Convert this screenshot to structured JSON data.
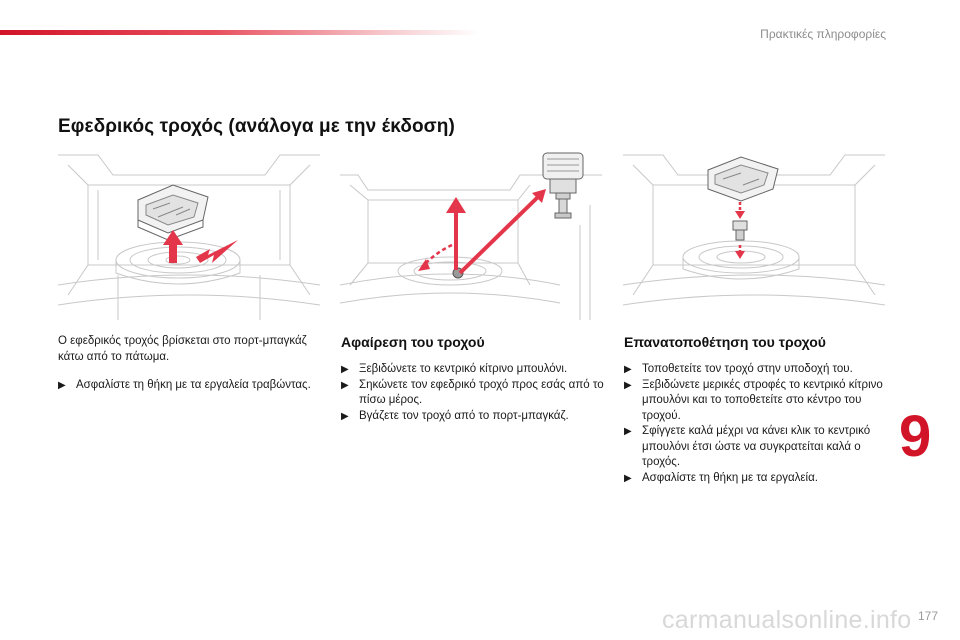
{
  "header": {
    "section_title": "Πρακτικές πληροφορίες"
  },
  "page": {
    "title": "Εφεδρικός τροχός (ανάλογα με την έκδοση)",
    "chapter_number": "9",
    "page_number": "177",
    "watermark": "carmanualsonline.info"
  },
  "colors": {
    "accent": "#d21428",
    "header_text": "#8c8c8c",
    "line_art": "#c8c8c8"
  },
  "icons": {
    "bullet": "triangle-right-icon"
  },
  "column1": {
    "intro": "Ο εφεδρικός τροχός βρίσκεται στο πορτ-μπαγκάζ κάτω από το πάτωμα.",
    "steps": [
      "Ασφαλίστε τη θήκη με τα εργαλεία τραβώντας."
    ]
  },
  "column2": {
    "title": "Αφαίρεση του τροχού",
    "steps": [
      "Ξεβιδώνετε το κεντρικό κίτρινο μπουλόνι.",
      "Σηκώνετε τον εφεδρικό τροχό προς εσάς από το πίσω μέρος.",
      "Βγάζετε τον τροχό από το πορτ-μπαγκάζ."
    ]
  },
  "column3": {
    "title": "Επανατοποθέτηση του τροχού",
    "steps": [
      "Τοποθετείτε τον τροχό στην υποδοχή του.",
      "Ξεβιδώνετε μερικές στροφές το κεντρικό κίτρινο μπουλόνι και το τοποθετείτε στο κέντρο του τροχού.",
      "Σφίγγετε καλά μέχρι να κάνει κλικ το κεντρικό μπουλόνι έτσι ώστε να συγκρατείται καλά ο τροχός.",
      "Ασφαλίστε τη θήκη με τα εργαλεία."
    ]
  }
}
